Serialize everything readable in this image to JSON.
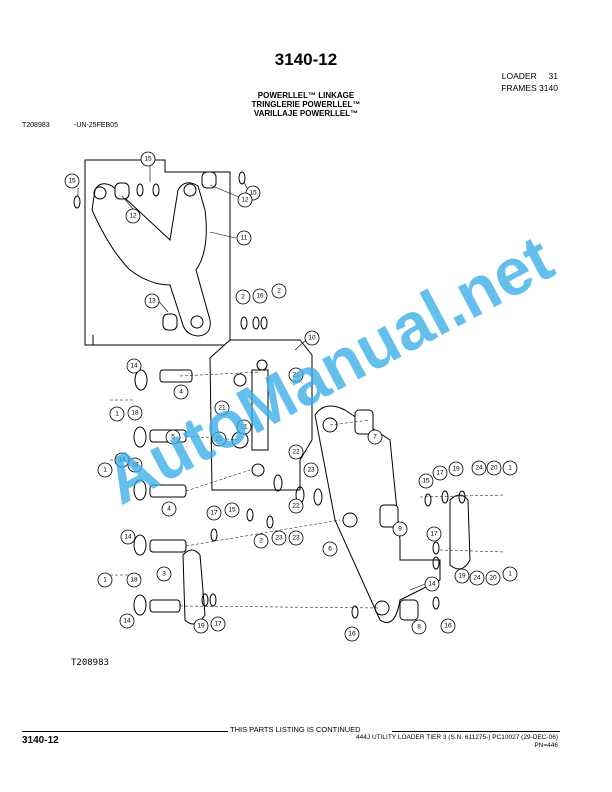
{
  "header": {
    "page_number": "3140-12",
    "section": "LOADER",
    "section_number": "31",
    "group": "FRAMES 3140"
  },
  "titles": {
    "en": "POWERLLEL™ LINKAGE",
    "fr": "TRINGLERIE POWERLLEL™",
    "es": "VARILLAJE POWERLLEL™"
  },
  "figure": {
    "id": "T208983",
    "date": "-UN-25FEB05",
    "bottom_id": "T208983"
  },
  "callouts": [
    "1",
    "2",
    "3",
    "4",
    "5",
    "6",
    "7",
    "8",
    "9",
    "10",
    "11",
    "12",
    "13",
    "14",
    "15",
    "16",
    "17",
    "18",
    "19",
    "20",
    "21",
    "22",
    "23",
    "24"
  ],
  "watermark": "AutoManual.net",
  "footer": {
    "continued": "THIS PARTS LISTING IS CONTINUED",
    "page": "3140-12",
    "model": "444J UTILITY LOADER TIER 3 (S.N. 611275-)   PC10027   (29-DEC-06)",
    "pn": "PN=446"
  }
}
